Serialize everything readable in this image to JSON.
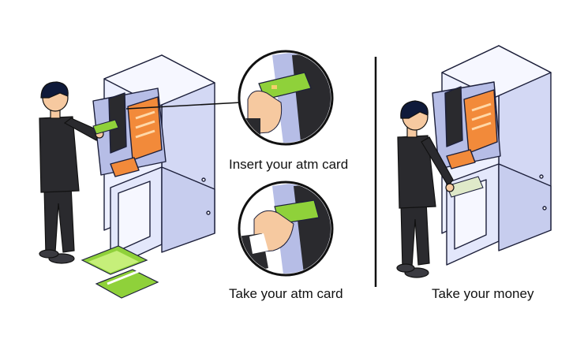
{
  "captions": {
    "insert": "Insert your atm card",
    "take_card": "Take your atm card",
    "take_money": "Take your money"
  },
  "colors": {
    "atm_light": "#edf0ff",
    "atm_mid": "#d3d8f4",
    "atm_dark": "#b6bde6",
    "atm_outline": "#1c1f3a",
    "screen": "#f28a3a",
    "screen_light": "#ffd8a8",
    "card_green": "#8fd13a",
    "card_green_light": "#c6ef7a",
    "suit": "#2a2a2e",
    "skin": "#f6c9a0",
    "hair": "#0f1a3a",
    "cash": "#dfe9c9",
    "divider": "#111111"
  },
  "icons": [
    "atm-machine-icon",
    "person-icon",
    "atm-card-icon",
    "cash-icon"
  ]
}
